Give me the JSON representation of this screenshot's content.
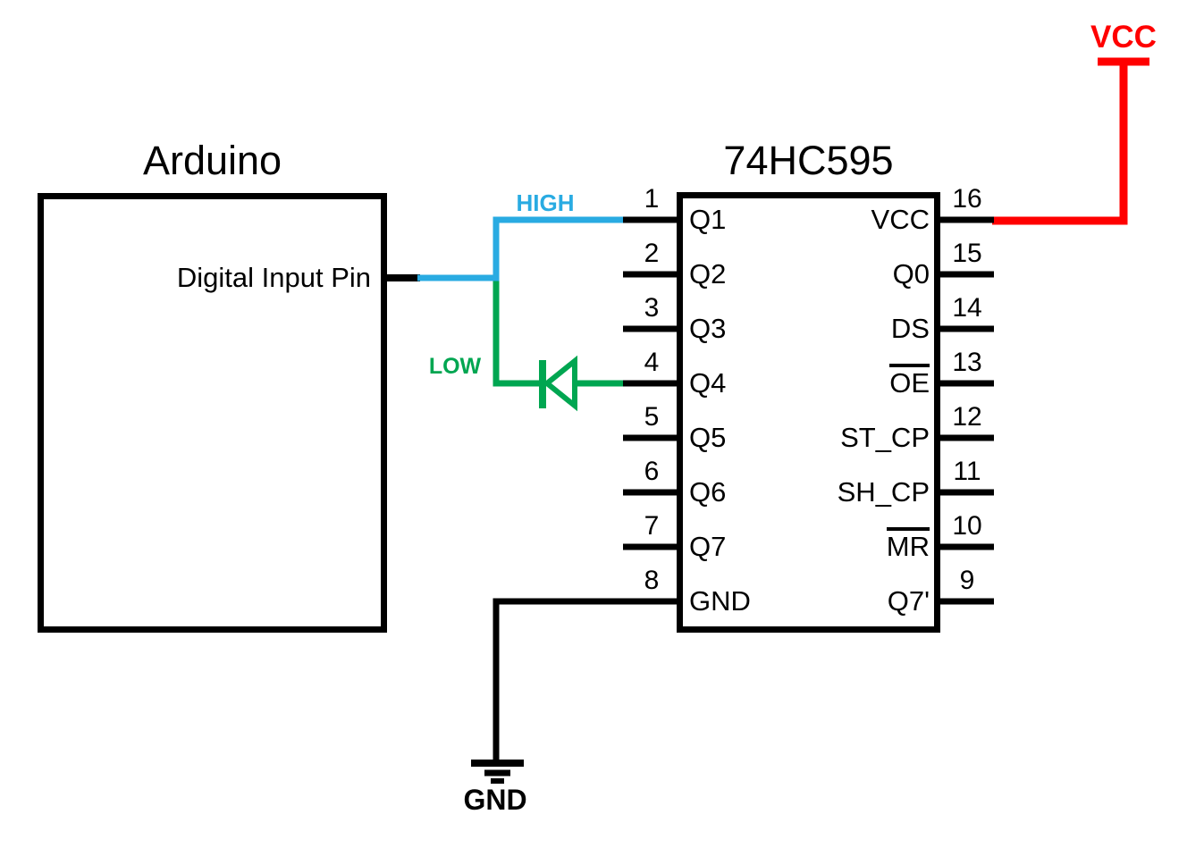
{
  "arduino": {
    "title": "Arduino",
    "pin_label": "Digital Input Pin"
  },
  "ic": {
    "title": "74HC595",
    "left_pins": [
      {
        "num": "1",
        "label": "Q1"
      },
      {
        "num": "2",
        "label": "Q2"
      },
      {
        "num": "3",
        "label": "Q3"
      },
      {
        "num": "4",
        "label": "Q4"
      },
      {
        "num": "5",
        "label": "Q5"
      },
      {
        "num": "6",
        "label": "Q6"
      },
      {
        "num": "7",
        "label": "Q7"
      },
      {
        "num": "8",
        "label": "GND"
      }
    ],
    "right_pins": [
      {
        "num": "16",
        "label": "VCC"
      },
      {
        "num": "15",
        "label": "Q0"
      },
      {
        "num": "14",
        "label": "DS"
      },
      {
        "num": "13",
        "label": "OE",
        "overline": true
      },
      {
        "num": "12",
        "label": "ST_CP"
      },
      {
        "num": "11",
        "label": "SH_CP"
      },
      {
        "num": "10",
        "label": "MR",
        "overline": true
      },
      {
        "num": "9",
        "label": "Q7'"
      }
    ]
  },
  "wires": {
    "high_label": "HIGH",
    "low_label": "LOW",
    "vcc_label": "VCC",
    "gnd_label": "GND"
  },
  "colors": {
    "high_blue": "#29ABE2",
    "low_green": "#00A651",
    "vcc_red": "#FF0000",
    "wire_black": "#000000"
  }
}
